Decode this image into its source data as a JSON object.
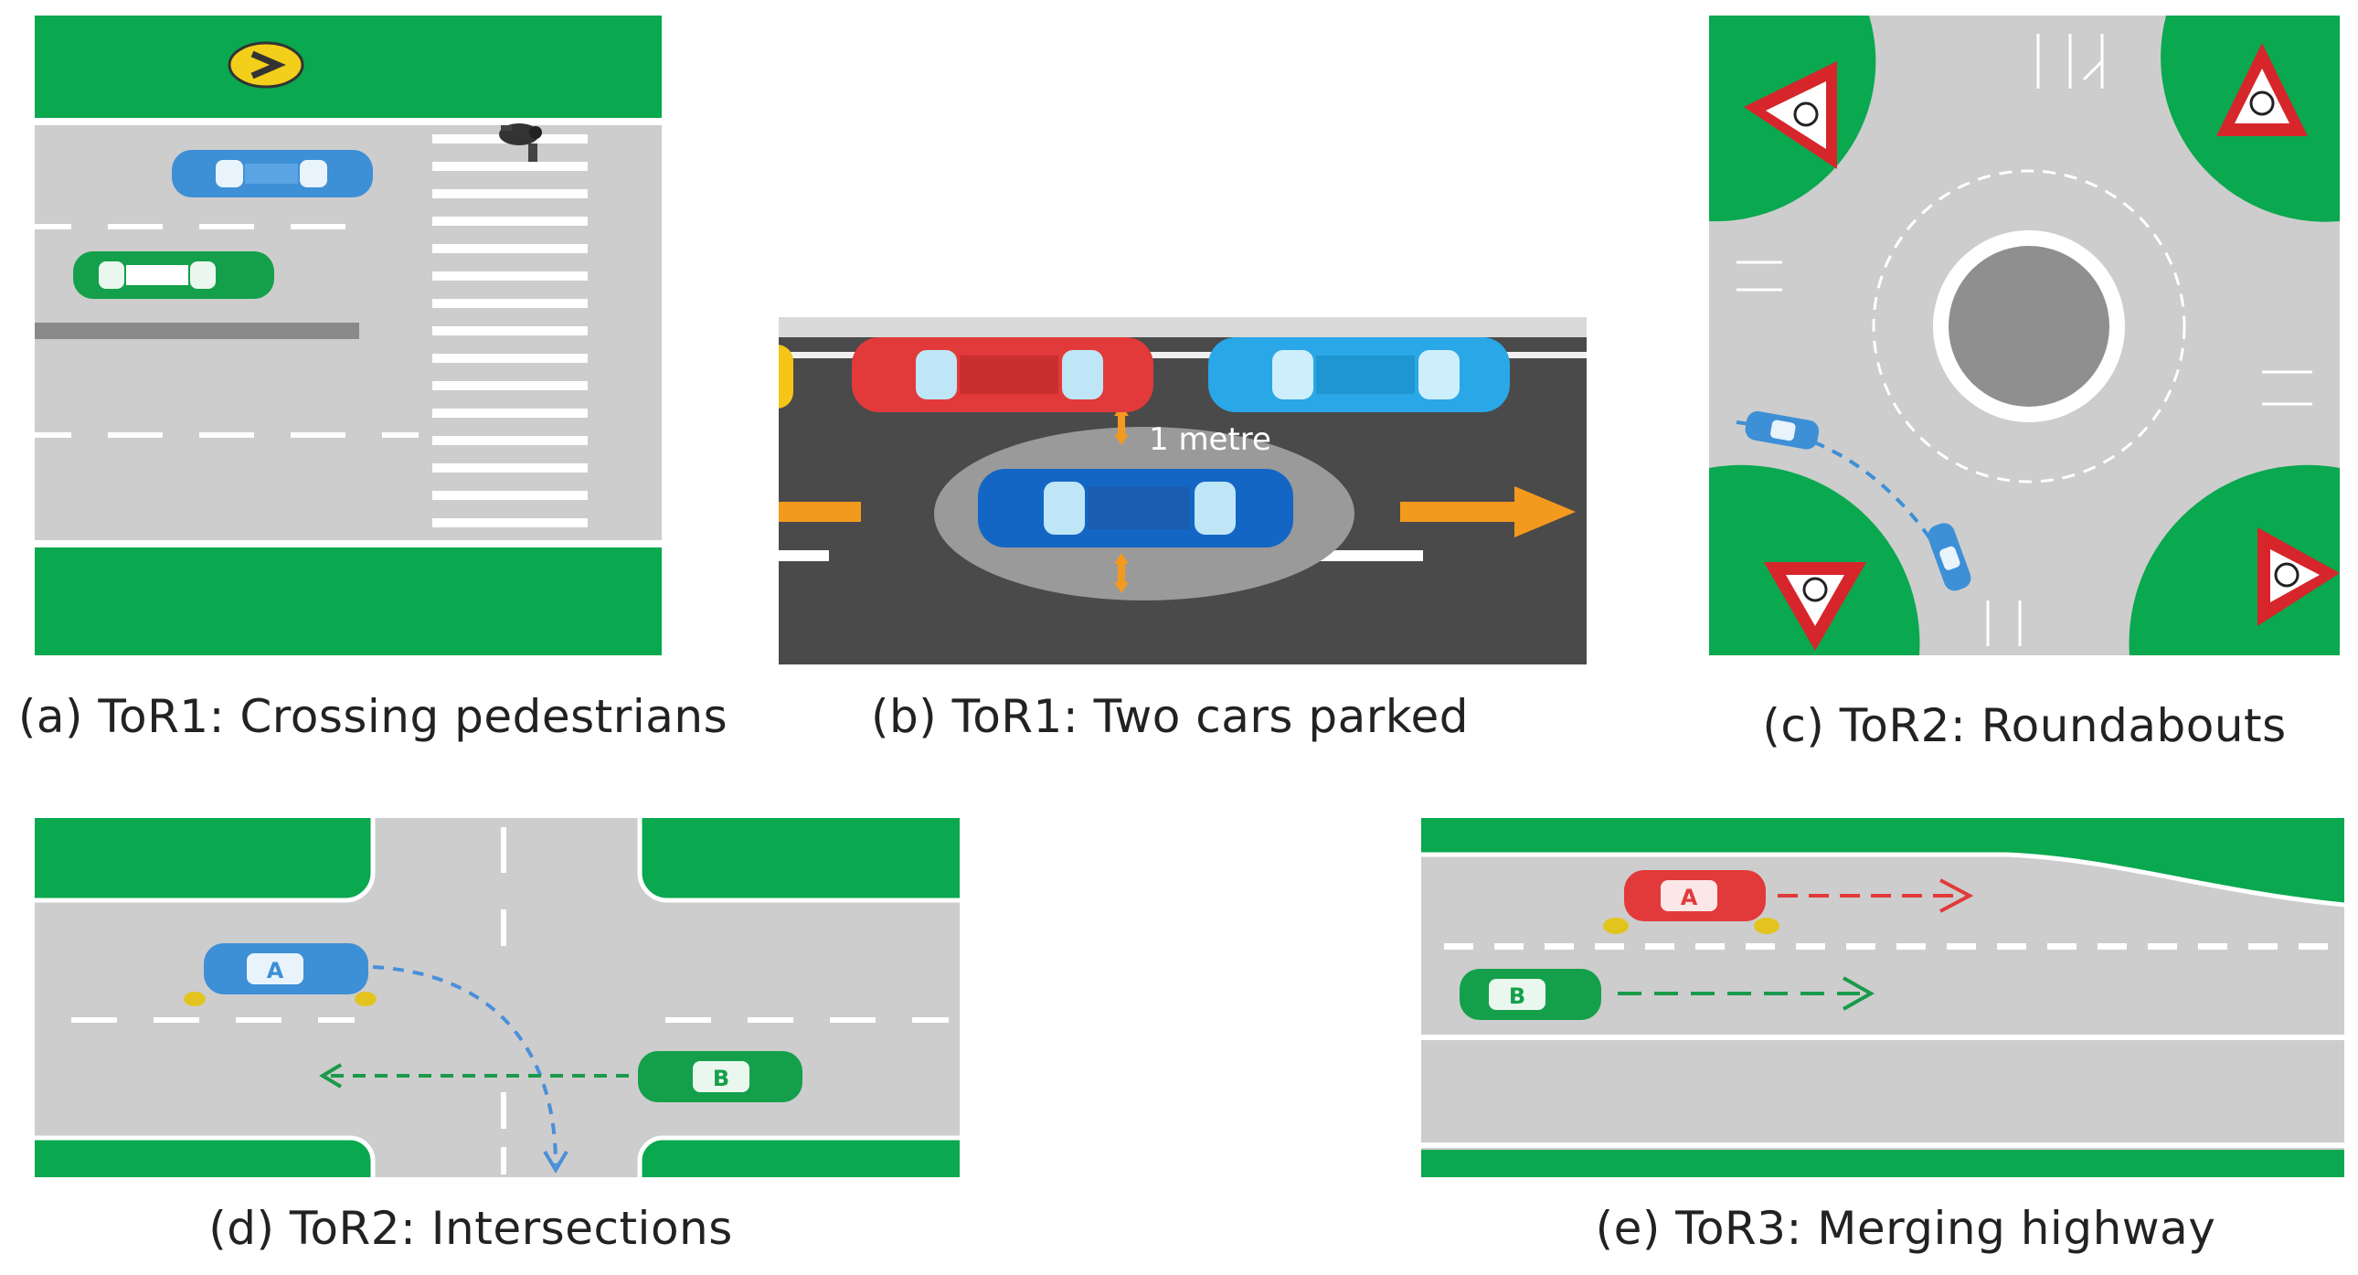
{
  "colors": {
    "grass": "#0aa84f",
    "road": "#cdcdcd",
    "road_dark": "#4a4a4a",
    "marking": "#ffffff",
    "car_blue": "#3d8fd6",
    "car_green": "#14a04a",
    "car_red": "#e23a3a",
    "car_cyan": "#2aa7e6",
    "car_navy": "#1466c4",
    "arrow_orange": "#f39a1e",
    "sign_red": "#d6262b"
  },
  "captions": {
    "a": "(a) ToR1: Crossing pedestrians",
    "b": "(b) ToR1: Two cars parked",
    "c": "(c) ToR2: Roundabouts",
    "d": "(d) ToR2: Intersections",
    "e": "(e) ToR3: Merging highway"
  },
  "labels": {
    "b_distance": "1 metre",
    "d_car_a": "A",
    "d_car_b": "B",
    "e_car_a": "A",
    "e_car_b": "B"
  }
}
